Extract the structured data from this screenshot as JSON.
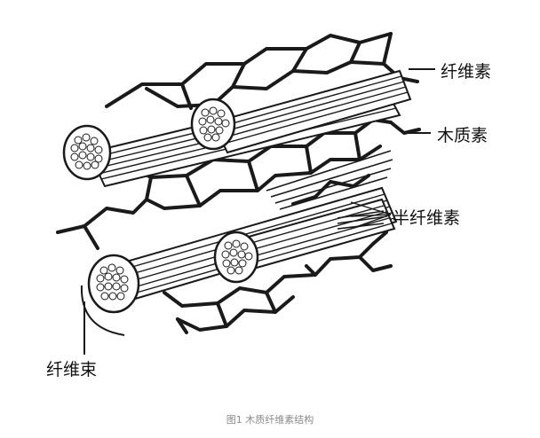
{
  "labels": {
    "cellulose": "纤维素",
    "lignin": "木质素",
    "hemicellulose": "半纤维素",
    "fiber_bundle": "纤维束"
  },
  "caption": "图1  木质纤维素结构",
  "colors": {
    "ink": "#1a1a1a",
    "caption": "#8a8a8a",
    "background": "#ffffff"
  }
}
